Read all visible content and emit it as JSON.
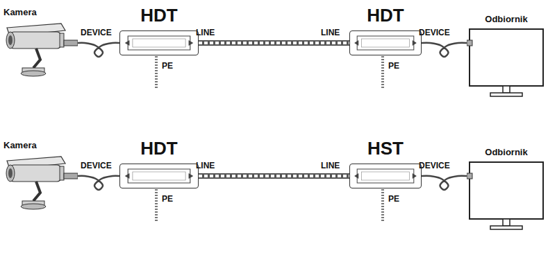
{
  "diagram": {
    "nodes": [
      {
        "text": [
          "Kamera"
        ]
      },
      {
        "text": [
          "HDT"
        ]
      },
      {
        "text": [
          "HDT"
        ]
      },
      {
        "text": [
          "Odbiornik"
        ]
      },
      {
        "text": [
          "Kamera"
        ]
      },
      {
        "text": [
          "HDT"
        ]
      },
      {
        "text": [
          "HST"
        ]
      },
      {
        "text": [
          "Odbiornik"
        ]
      }
    ],
    "edges": [
      {
        "from": 0,
        "to": 1,
        "arrow": "none"
      },
      {
        "from": 1,
        "to": 2,
        "arrow": "none"
      },
      {
        "from": 2,
        "to": 3,
        "arrow": "none"
      },
      {
        "from": 4,
        "to": 5,
        "arrow": "none"
      },
      {
        "from": 5,
        "to": 6,
        "arrow": "none"
      },
      {
        "from": 6,
        "to": 7,
        "arrow": "none"
      }
    ],
    "labels": [
      "DEVICE",
      "LINE",
      "LINE",
      "DEVICE",
      "PE",
      "PE",
      "DEVICE",
      "LINE",
      "LINE",
      "DEVICE",
      "PE",
      "PE"
    ]
  }
}
